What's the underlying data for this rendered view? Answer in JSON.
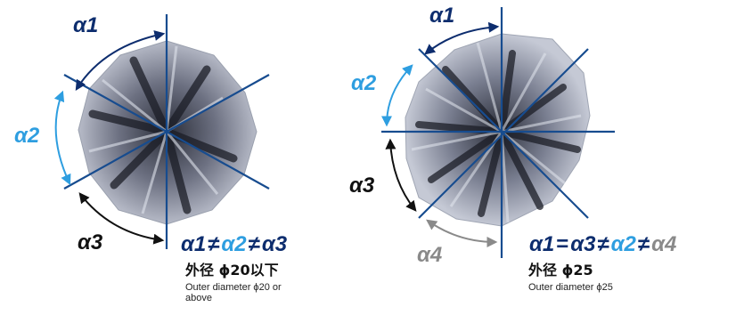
{
  "colors": {
    "navy": "#0d2d6e",
    "blue": "#2e9ee0",
    "gray": "#8a8a8a",
    "black": "#111111",
    "guide_line": "#174c8f"
  },
  "left": {
    "labels": {
      "a1": "α1",
      "a2": "α2",
      "a3": "α3"
    },
    "formula": {
      "t1": "α1",
      "op1": "≠",
      "t2": "α2",
      "op2": "≠",
      "t3": "α3"
    },
    "caption_jp": "外径 ϕ20以下",
    "caption_en": "Outer diameter ϕ20 or above"
  },
  "right": {
    "labels": {
      "a1": "α1",
      "a2": "α2",
      "a3": "α3",
      "a4": "α4"
    },
    "formula": {
      "t1": "α1",
      "op1": "=",
      "t2": "α3",
      "op2": "≠",
      "t3": "α2",
      "op3": "≠",
      "t4": "α4"
    },
    "caption_jp": "外径 ϕ25",
    "caption_en": "Outer diameter ϕ25"
  }
}
